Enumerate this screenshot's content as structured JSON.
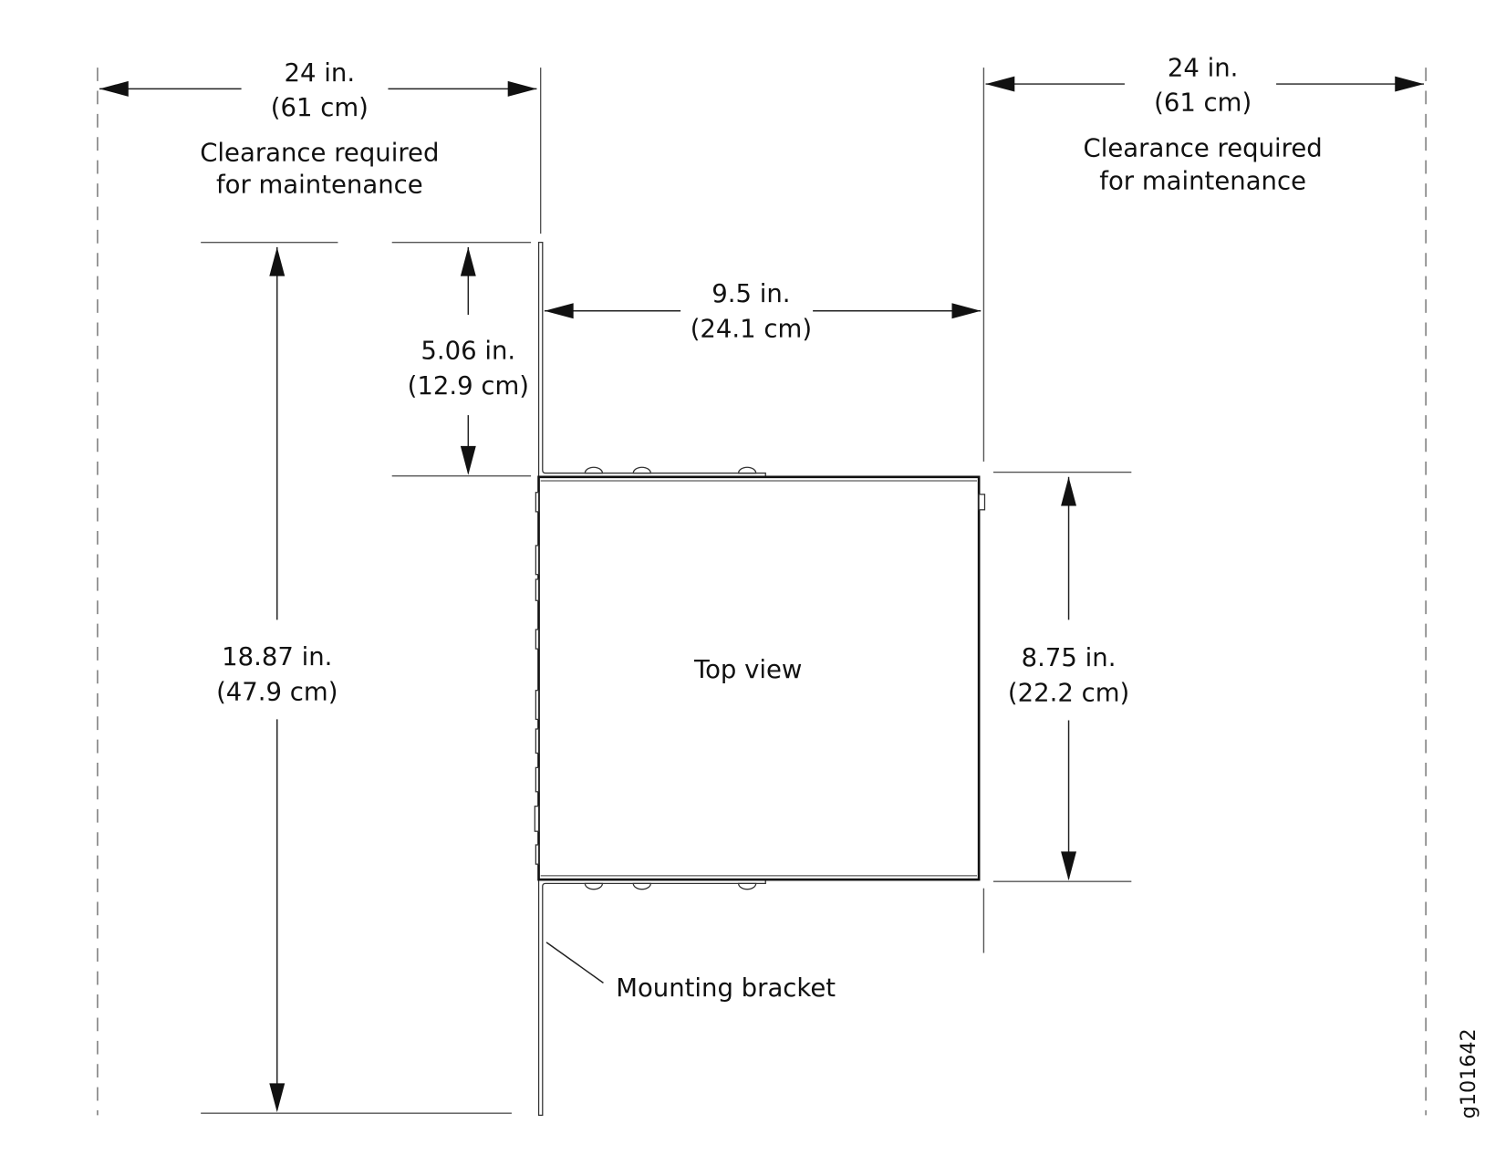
{
  "left_clearance": {
    "inches": "24 in.",
    "cm": "(61 cm)",
    "label_line1": "Clearance required",
    "label_line2": "for maintenance"
  },
  "right_clearance": {
    "inches": "24 in.",
    "cm": "(61 cm)",
    "label_line1": "Clearance required",
    "label_line2": "for maintenance"
  },
  "width_dim": {
    "inches": "9.5 in.",
    "cm": "(24.1 cm)"
  },
  "offset_dim": {
    "inches": "5.06 in.",
    "cm": "(12.9 cm)"
  },
  "bracket_height_dim": {
    "inches": "18.87 in.",
    "cm": "(47.9 cm)"
  },
  "depth_dim": {
    "inches": "8.75 in.",
    "cm": "(22.2 cm)"
  },
  "device_label": "Top view",
  "bracket_label": "Mounting bracket",
  "figure_id": "g101642"
}
